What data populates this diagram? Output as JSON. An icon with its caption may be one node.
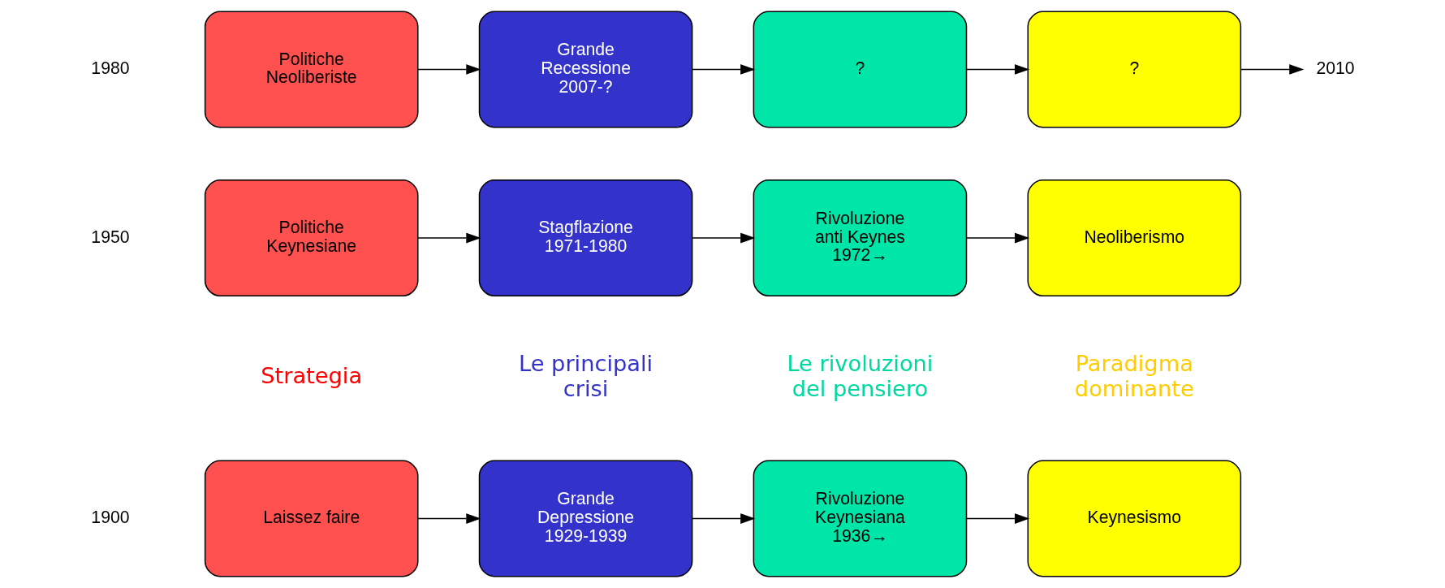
{
  "diagram": {
    "nodes": [
      {
        "text": [
          "Laissez faire"
        ]
      },
      {
        "text": [
          "Grande Depressione 1929-1939"
        ]
      },
      {
        "text": [
          "Rivoluzione Keynesiana 1936→"
        ]
      },
      {
        "text": [
          "Keynesismo"
        ]
      },
      {
        "text": [
          "Politiche Keynesiane"
        ]
      },
      {
        "text": [
          "Stagflazione 1971-1980"
        ]
      },
      {
        "text": [
          "Rivoluzione anti Keynes 1972→"
        ]
      },
      {
        "text": [
          "Neoliberismo"
        ]
      },
      {
        "text": [
          "Politiche Neoliberiste"
        ]
      },
      {
        "text": [
          "Grande Recessione 2007-?"
        ]
      },
      {
        "text": [
          "?"
        ]
      },
      {
        "text": [
          "?"
        ]
      },
      {
        "text": [
          "2010"
        ]
      }
    ],
    "edges": [
      {
        "from": 0,
        "to": 1,
        "arrow": "to"
      },
      {
        "from": 1,
        "to": 2,
        "arrow": "to"
      },
      {
        "from": 2,
        "to": 3,
        "arrow": "to"
      },
      {
        "from": 4,
        "to": 5,
        "arrow": "to"
      },
      {
        "from": 5,
        "to": 6,
        "arrow": "to"
      },
      {
        "from": 6,
        "to": 7,
        "arrow": "to"
      },
      {
        "from": 8,
        "to": 9,
        "arrow": "to"
      },
      {
        "from": 9,
        "to": 10,
        "arrow": "to"
      },
      {
        "from": 10,
        "to": 11,
        "arrow": "to"
      },
      {
        "from": 11,
        "to": 12,
        "arrow": "to"
      }
    ],
    "labels": [
      "1900",
      "Strategia",
      "Le principali crisi",
      "Le rivoluzioni del pensiero",
      "Paradigma dominante",
      "1950",
      "1980"
    ]
  }
}
